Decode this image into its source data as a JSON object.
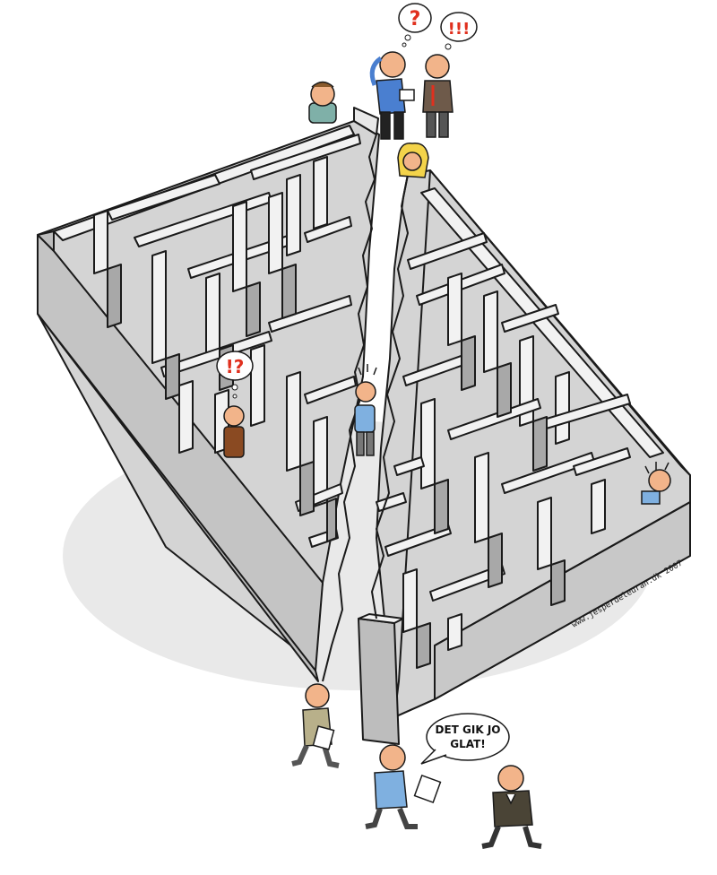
{
  "bubbles": {
    "top_left": "?",
    "top_right": "!!!",
    "inner_left": "!?"
  },
  "speech": {
    "line1": "DET GIK JO",
    "line2": "GLAT!"
  },
  "credit": "www.jesperdeleuran.dk 2007",
  "colors": {
    "wall_top": "#f2f2f2",
    "wall_side": "#bdbdbd",
    "wall_dark": "#9a9a9a",
    "floor": "#d2d2d2",
    "outline": "#1a1a1a",
    "accent_red": "#e0301e",
    "shirt_blue": "#7fb0e0",
    "skin": "#f2b48a"
  }
}
